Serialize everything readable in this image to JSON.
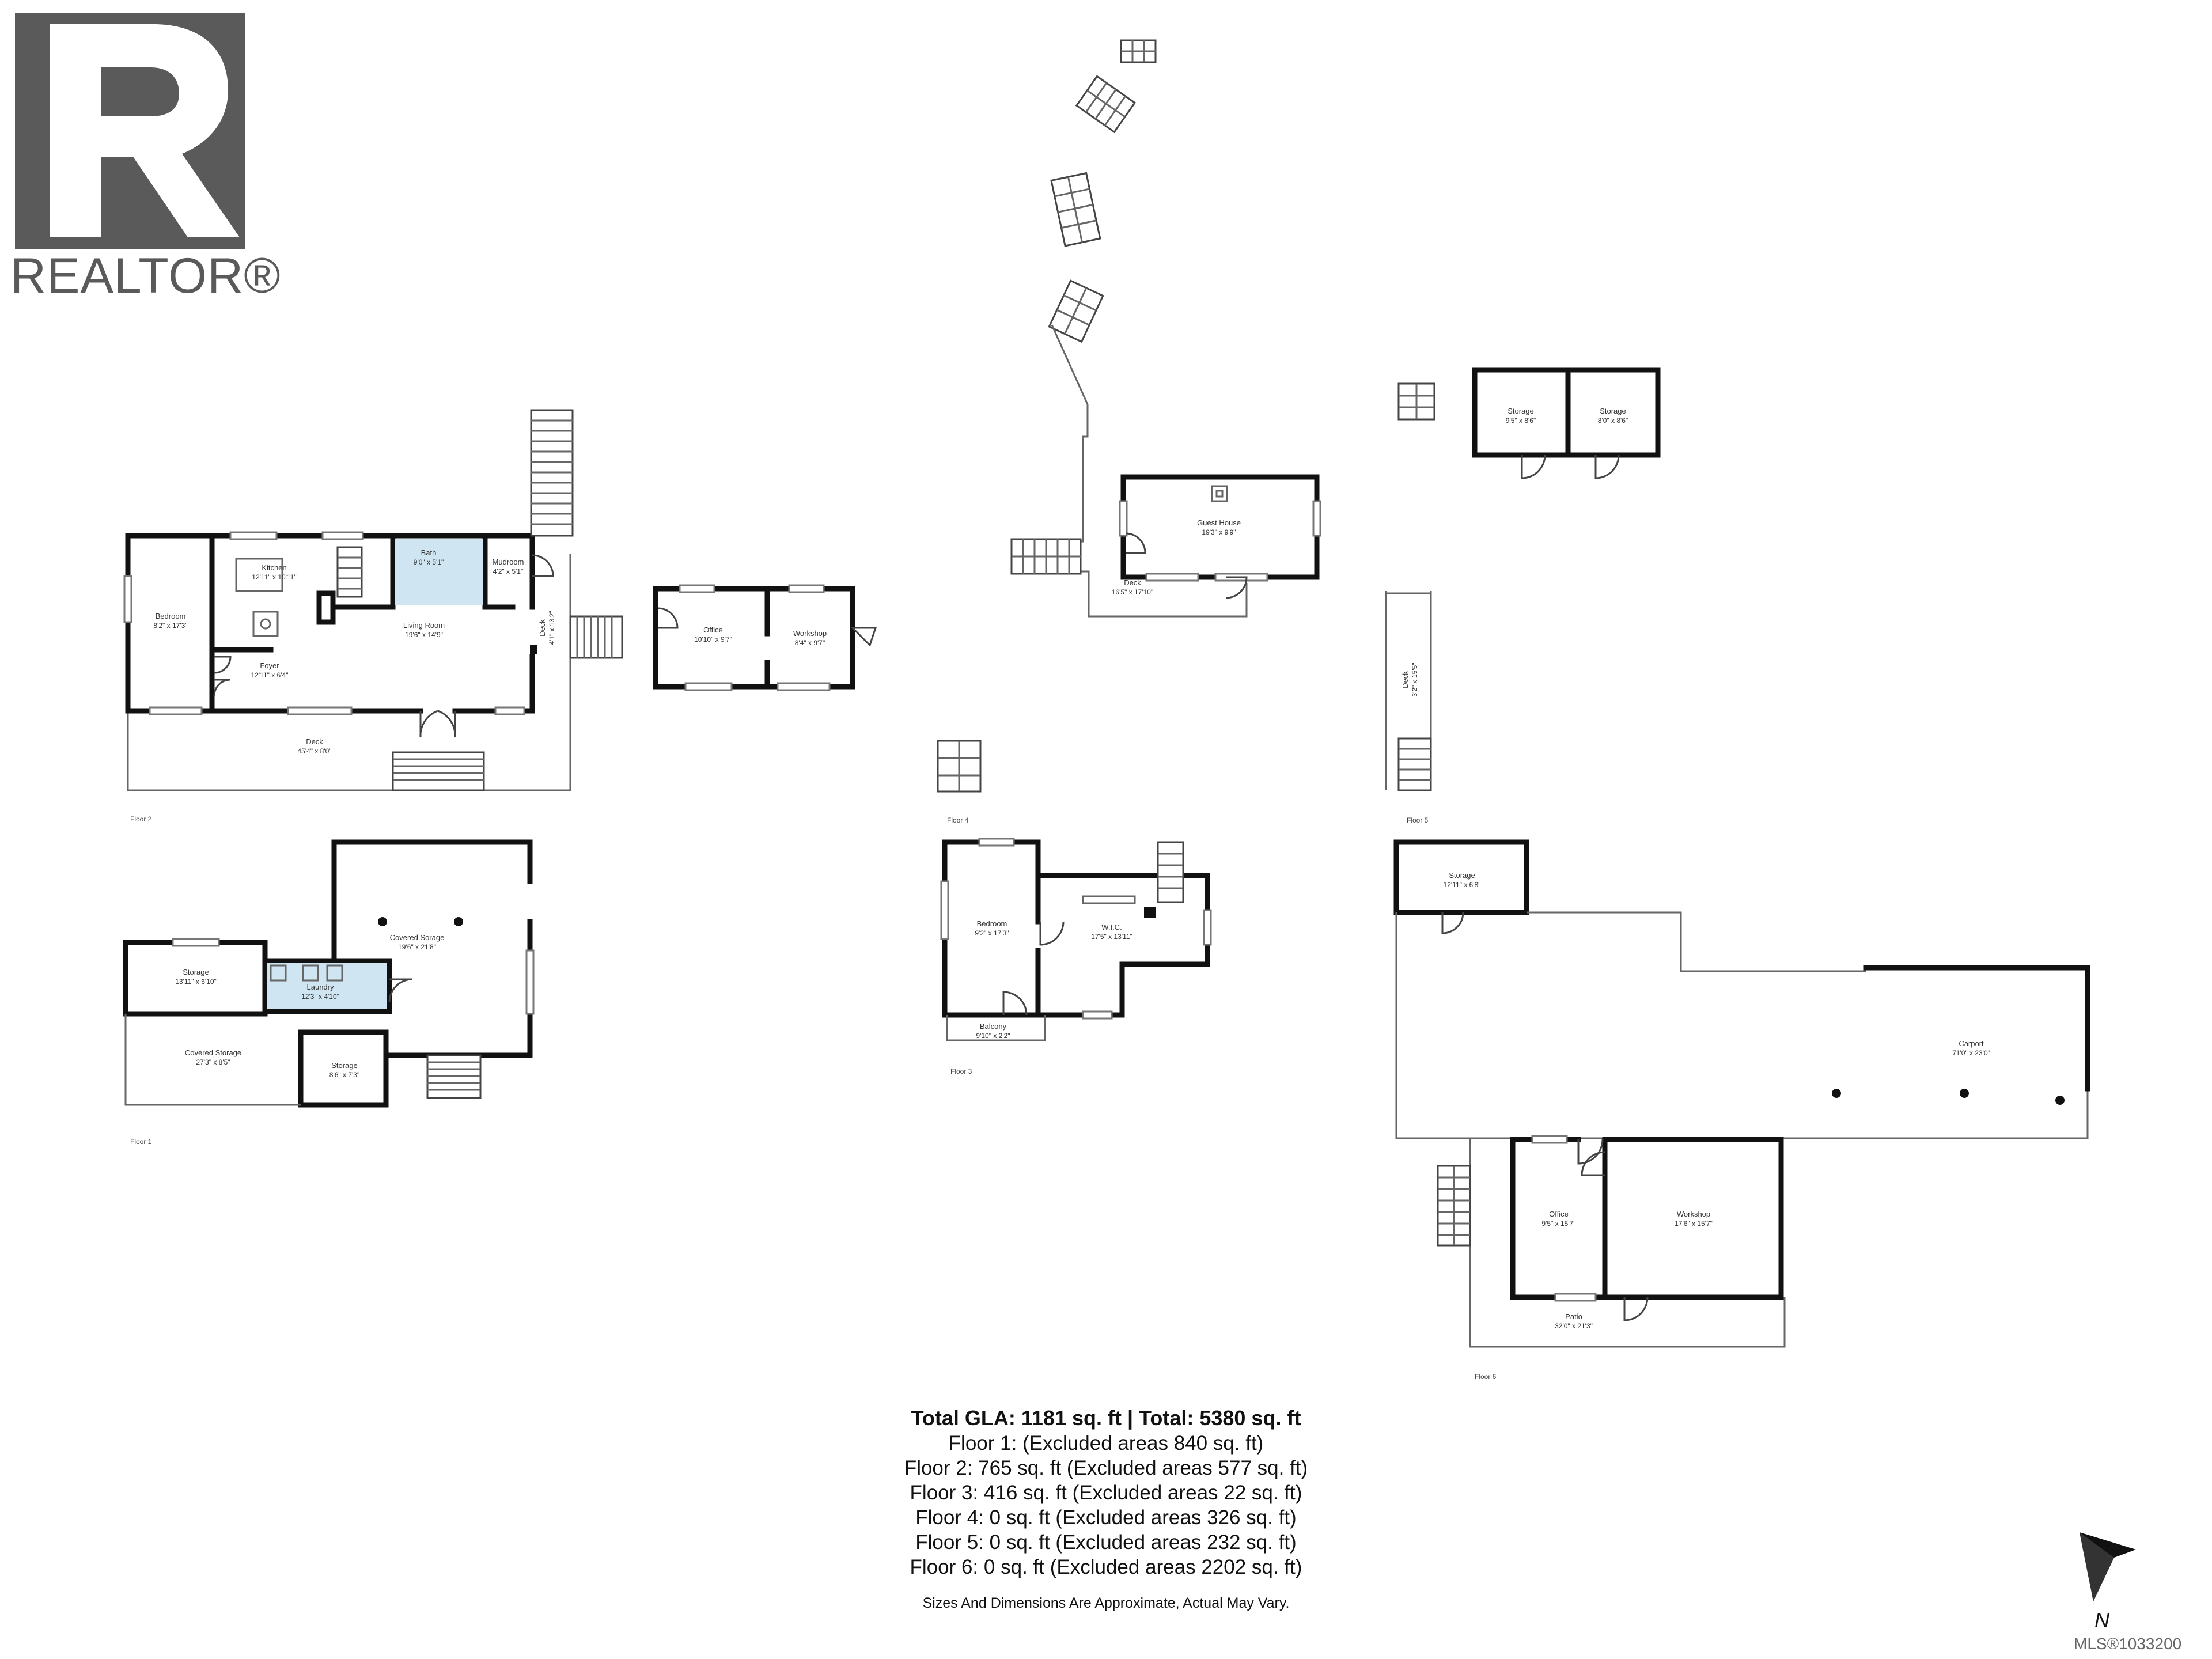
{
  "logo": {
    "text": "REALTOR®",
    "color": "#5a5a5a",
    "icon": "realtor-r-logo"
  },
  "floors": [
    {
      "id": "floor2",
      "label": "Floor 2",
      "rooms": [
        {
          "name": "Kitchen",
          "dims": "12'11\" x 10'11\""
        },
        {
          "name": "Bath",
          "dims": "9'0\" x 5'1\""
        },
        {
          "name": "Mudroom",
          "dims": "4'2\" x 5'1\""
        },
        {
          "name": "Bedroom",
          "dims": "8'2\" x 17'3\""
        },
        {
          "name": "Living Room",
          "dims": "19'6\" x 14'9\""
        },
        {
          "name": "Foyer",
          "dims": "12'11\" x 6'4\""
        },
        {
          "name": "Deck",
          "dims": "4'1\" x 13'2\""
        },
        {
          "name": "Deck",
          "dims": "45'4\" x 8'0\""
        },
        {
          "name": "Office",
          "dims": "10'10\" x 9'7\""
        },
        {
          "name": "Workshop",
          "dims": "8'4\" x 9'7\""
        }
      ]
    },
    {
      "id": "floor1",
      "label": "Floor 1",
      "rooms": [
        {
          "name": "Covered Sorage",
          "dims": "19'6\" x 21'8\""
        },
        {
          "name": "Storage",
          "dims": "13'11\" x 6'10\""
        },
        {
          "name": "Laundry",
          "dims": "12'3\" x 4'10\""
        },
        {
          "name": "Covered Storage",
          "dims": "27'3\" x 8'5\""
        },
        {
          "name": "Storage",
          "dims": "8'6\" x 7'3\""
        }
      ]
    },
    {
      "id": "floor4",
      "label": "Floor 4",
      "rooms": [
        {
          "name": "Guest House",
          "dims": "19'3\" x 9'9\""
        },
        {
          "name": "Deck",
          "dims": "16'5\" x 17'10\""
        }
      ]
    },
    {
      "id": "floor5",
      "label": "Floor 5",
      "rooms": [
        {
          "name": "Storage",
          "dims": "9'5\" x 8'6\""
        },
        {
          "name": "Storage",
          "dims": "8'0\" x 8'6\""
        },
        {
          "name": "Deck",
          "dims": "3'2\" x 15'5\""
        }
      ]
    },
    {
      "id": "floor3",
      "label": "Floor 3",
      "rooms": [
        {
          "name": "Bedroom",
          "dims": "9'2\" x 17'3\""
        },
        {
          "name": "W.I.C.",
          "dims": "17'5\" x 13'11\""
        },
        {
          "name": "Balcony",
          "dims": "9'10\" x 2'2\""
        }
      ]
    },
    {
      "id": "floor6",
      "label": "Floor 6",
      "rooms": [
        {
          "name": "Storage",
          "dims": "12'11\" x 6'8\""
        },
        {
          "name": "Carport",
          "dims": "71'0\" x 23'0\""
        },
        {
          "name": "Office",
          "dims": "9'5\" x 15'7\""
        },
        {
          "name": "Workshop",
          "dims": "17'6\" x 15'7\""
        },
        {
          "name": "Patio",
          "dims": "32'0\" x 21'3\""
        }
      ]
    }
  ],
  "summary": {
    "total": "Total GLA: 1181 sq. ft | Total: 5380 sq. ft",
    "lines": [
      "Floor 1: (Excluded areas 840 sq. ft)",
      "Floor 2: 765 sq. ft (Excluded areas 577 sq. ft)",
      "Floor 3: 416 sq. ft (Excluded areas 22 sq. ft)",
      "Floor 4: 0 sq. ft (Excluded areas 326 sq. ft)",
      "Floor 5: 0 sq. ft (Excluded areas 232 sq. ft)",
      "Floor 6: 0 sq. ft (Excluded areas 2202 sq. ft)"
    ],
    "note": "Sizes And Dimensions Are Approximate, Actual May Vary."
  },
  "compass": {
    "label": "N",
    "icon": "north-arrow-icon"
  },
  "mls": "MLS®1033200",
  "colors": {
    "wall": "#111111",
    "wet_area": "#cfe6f2",
    "background": "#ffffff"
  }
}
